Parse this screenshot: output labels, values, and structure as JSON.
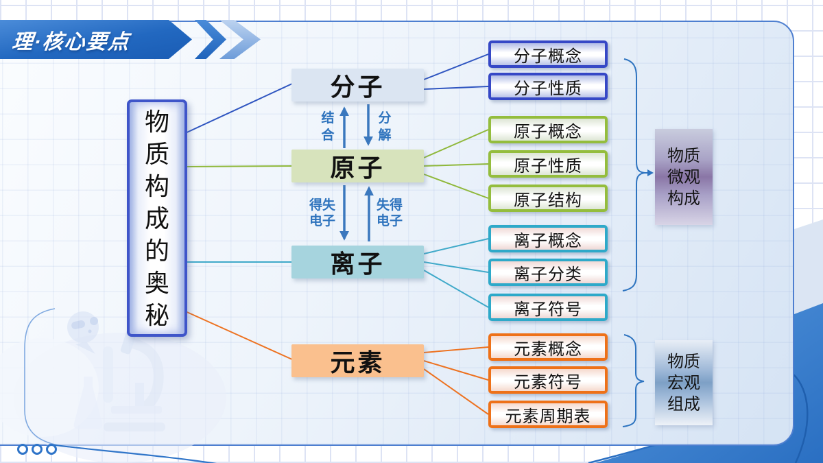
{
  "header": {
    "title": "理·核心要点"
  },
  "root": {
    "label": "物质构成的奥秘"
  },
  "nodes": {
    "molecule": {
      "label": "分子",
      "fill": "#dbe5f2",
      "accent": "#2f49c5",
      "children": [
        "分子概念",
        "分子性质"
      ]
    },
    "atom": {
      "label": "原子",
      "fill": "#d7e3bc",
      "accent": "#94bd3d",
      "children": [
        "原子概念",
        "原子性质",
        "原子结构"
      ]
    },
    "ion": {
      "label": "离子",
      "fill": "#a6d4de",
      "accent": "#2ea9c9",
      "children": [
        "离子概念",
        "离子分类",
        "离子符号"
      ]
    },
    "element": {
      "label": "元素",
      "fill": "#fac08e",
      "accent": "#ee7118",
      "children": [
        "元素概念",
        "元素符号",
        "元素周期表"
      ]
    }
  },
  "transitions": {
    "combine": "结合",
    "decompose": "分解",
    "gain_lose": "得失电子",
    "lose_gain": "失得电子",
    "arrow_color": "#2e73bd"
  },
  "groups": {
    "micro": {
      "label": "物质微观构成"
    },
    "macro": {
      "label": "物质宏观组成"
    }
  },
  "icons": {
    "banner_chevrons": "double-chevron-right",
    "footer_dots": "three-circles"
  },
  "colors": {
    "banner_blue": "#2268c0",
    "panel_border": "#4e7fd0",
    "brace_blue": "#2e74c0",
    "micro_label_bg": "#8a76a6",
    "macro_label_bg": "#7da0c6",
    "bottom_wave_blue": "#3a80cf"
  }
}
